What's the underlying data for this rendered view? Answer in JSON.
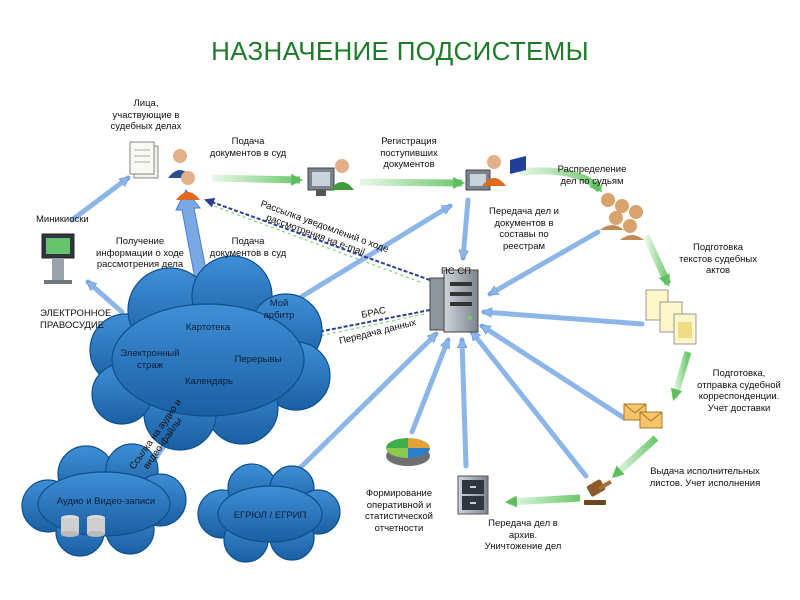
{
  "title": "НАЗНАЧЕНИЕ ПОДСИСТЕМЫ",
  "center": {
    "label": "ПС СП"
  },
  "nodes": {
    "participants": "Лица,\nучаствующие в\nсудебных делах",
    "kiosks": "Миникиоски",
    "submission": "Подача\nдокументов в суд",
    "registration": "Регистрация\nпоступивших\nдокументов",
    "distribution": "Распределение\nдел по судьям",
    "transfer_composition": "Передача дел и\nдокументов в\nсоставы по\nреестрам",
    "drafting": "Подготовка\nтекстов судебных\nактов",
    "correspondence": "Подготовка,\nотправка судебной\nкорреспонденции.\nУчет доставки",
    "writs": "Выдача исполнительных\nлистов. Учет исполнения",
    "archive": "Передача дел в\nархив.\nУничтожение дел",
    "reports": "Формирование\nоперативной и\nстатистической\nотчетности",
    "info_progress": "Получение\nинформации о ходе\nрассмотрения дела",
    "submission2": "Подача\nдокументов в суд",
    "e_justice": "ЭЛЕКТРОННОЕ\nПРАВОСУДИЕ"
  },
  "cloud_main": {
    "items": {
      "kartoteka": "Картотека",
      "my_arbiter": "Мой\nарбитр",
      "e_guard": "Электронный\nстраж",
      "breaks": "Перерывы",
      "calendar": "Календарь"
    }
  },
  "cloud_media": {
    "label": "Аудио и Видео-записи"
  },
  "cloud_egr": {
    "label": "ЕГРЮЛ / ЕГРИП"
  },
  "arrow_labels": {
    "notify": "Рассылка уведомлений о ходе\nрассмотрения на e-mail",
    "bras": "БРАС",
    "data_transfer": "Передача данных",
    "media_link": "Ссылка на аудио и\nвидео-файлы"
  },
  "colors": {
    "title": "#1f7a2a",
    "cloud_fill": "#1f6fb5",
    "arrow_green": "#7fd17f",
    "arrow_blue": "#9ec3ee"
  }
}
